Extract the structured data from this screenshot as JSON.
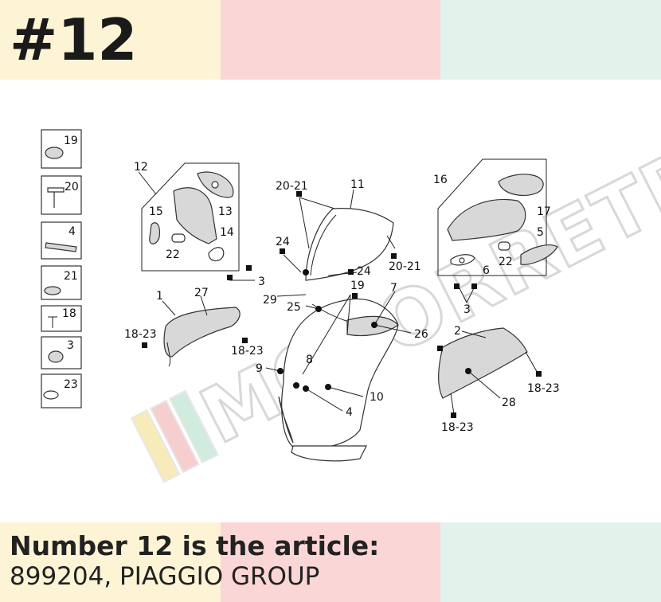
{
  "header": {
    "number": "#12"
  },
  "caption": {
    "line1": "Number 12 is the article:",
    "line2": "899204, PIAGGIO GROUP"
  },
  "watermark": {
    "text": "MOTORRETRO"
  },
  "colors": {
    "yellow": "#fdf4d6",
    "pink": "#fbd6d6",
    "mint": "#e2f3ec"
  },
  "legend_items": [
    "19",
    "20",
    "4",
    "21",
    "18",
    "3",
    "23"
  ],
  "callouts": {
    "c1": "1",
    "c2": "2",
    "c3a": "3",
    "c3b": "3",
    "c4": "4",
    "c5": "5",
    "c6": "6",
    "c7": "7",
    "c8": "8",
    "c9": "9",
    "c10": "10",
    "c11": "11",
    "c12": "12",
    "c13": "13",
    "c14": "14",
    "c15": "15",
    "c16": "16",
    "c17": "17",
    "c18_23a": "18-23",
    "c18_23b": "18-23",
    "c18_23c": "18-23",
    "c18_23d": "18-23",
    "c19": "19",
    "c20_21a": "20-21",
    "c20_21b": "20-21",
    "c22a": "22",
    "c22b": "22",
    "c24a": "24",
    "c24b": "24",
    "c25": "25",
    "c26": "26",
    "c27": "27",
    "c28": "28",
    "c29": "29"
  }
}
